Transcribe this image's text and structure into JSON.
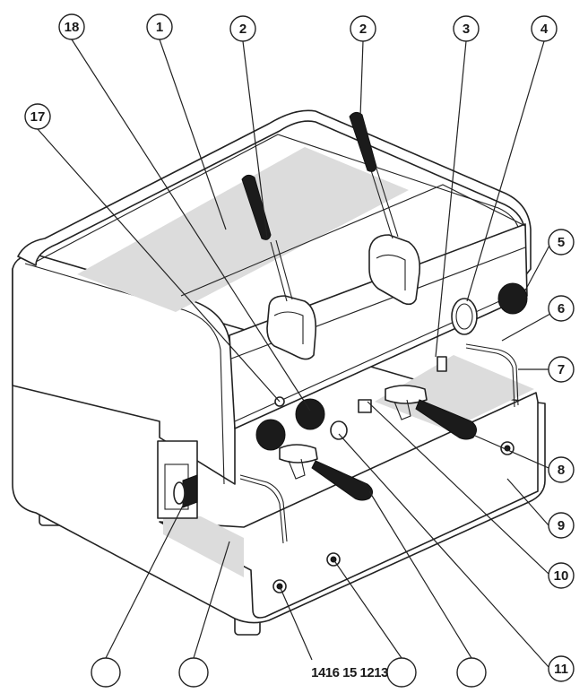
{
  "diagram": {
    "callouts_top": [
      "18",
      "1",
      "2",
      "2",
      "3",
      "4"
    ],
    "callout_left": "17",
    "callouts_right": [
      "5",
      "6",
      "7",
      "8",
      "9",
      "10",
      "11"
    ],
    "bottom_row_text": "1416 15 1213",
    "bottom_circles": [
      "",
      "",
      "",
      ""
    ]
  }
}
